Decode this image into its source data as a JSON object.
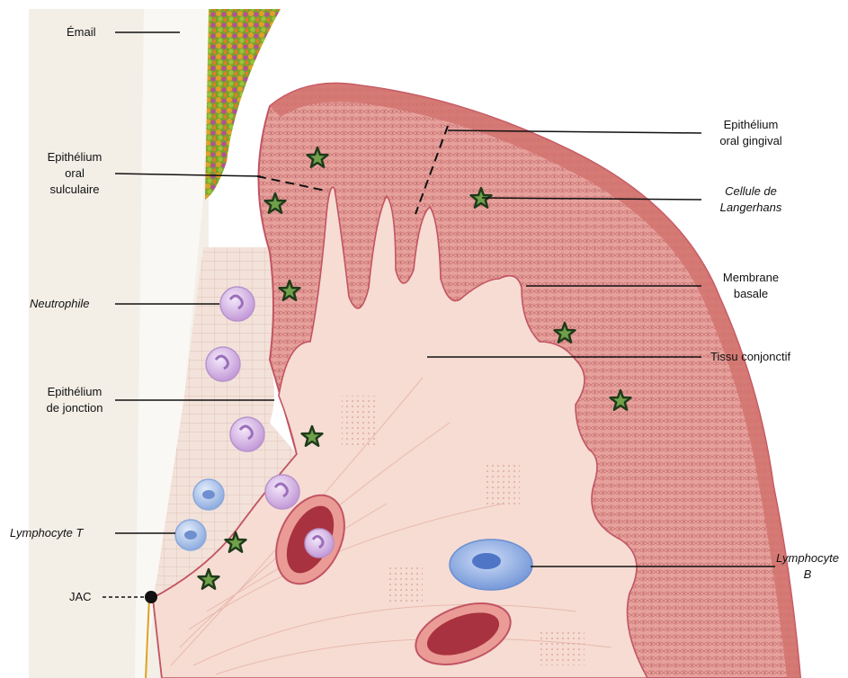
{
  "labels": {
    "email": "Émail",
    "epith_oral_sulculaire": "Epithélium\noral\nsulculaire",
    "neutrophile": "Neutrophile",
    "epith_jonction": "Epithélium\nde jonction",
    "lymphocyte_t": "Lymphocyte T",
    "jac": "JAC",
    "epith_oral_gingival": "Epithélium\noral gingival",
    "cellule_langerhans": "Cellule de\nLangerhans",
    "membrane_basale": "Membrane\nbasale",
    "tissu_conjonctif": "Tissu conjonctif",
    "lymphocyte_b": "Lymphocyte\nB"
  },
  "colors": {
    "enamel": "#f4efe6",
    "epithelium": "#dd8d8b",
    "epithelium_dark": "#c9606a",
    "connective": "#f6dcd3",
    "junctional": "#f1ded6",
    "neutrophil": "#d9b8e6",
    "lymphocyte_t": "#a9c2ec",
    "lymphocyte_b": "#8aa9e3",
    "vessel": "#a8323f",
    "star": "#1f3a1a"
  },
  "icons": [
    "star-icon",
    "neutrophil-cell-icon",
    "lymphocyte-cell-icon",
    "blood-vessel-icon",
    "plaque-bacteria-icon"
  ]
}
